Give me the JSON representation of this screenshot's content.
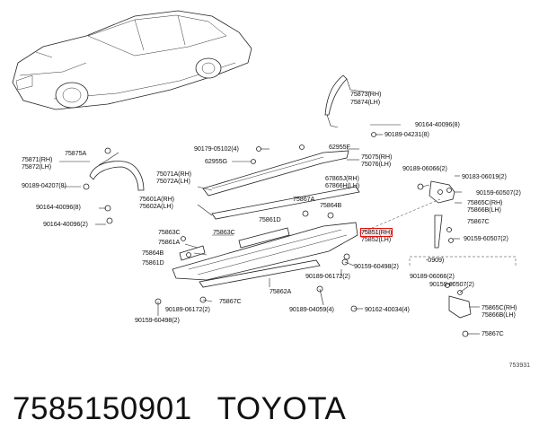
{
  "labels": [
    {
      "id": "75873",
      "text": "75873(RH)"
    },
    {
      "id": "75874",
      "text": "75874(LH)"
    },
    {
      "id": "90164-1",
      "text": "90164-40096(8)"
    },
    {
      "id": "90189-2",
      "text": "90189-04231(8)"
    },
    {
      "id": "75875A",
      "text": "75875A"
    },
    {
      "id": "75871",
      "text": "75871(RH)"
    },
    {
      "id": "75872",
      "text": "75872(LH)"
    },
    {
      "id": "90179",
      "text": "90179-05102(4)"
    },
    {
      "id": "62955F",
      "text": "62955F"
    },
    {
      "id": "62955G",
      "text": "62955G"
    },
    {
      "id": "75075",
      "text": "75075(RH)"
    },
    {
      "id": "75076",
      "text": "75076(LH)"
    },
    {
      "id": "90189-3",
      "text": "90189-06066(2)"
    },
    {
      "id": "90183",
      "text": "90183-06019(2)"
    },
    {
      "id": "75071A",
      "text": "75071A(RH)"
    },
    {
      "id": "75072A",
      "text": "75072A(LH)"
    },
    {
      "id": "90189-4",
      "text": "90189-04207(8)"
    },
    {
      "id": "67865J",
      "text": "67865J(RH)"
    },
    {
      "id": "67866H",
      "text": "67866H(LH)"
    },
    {
      "id": "90159-1",
      "text": "90159-60507(2)"
    },
    {
      "id": "90164-2",
      "text": "90164-40096(8)"
    },
    {
      "id": "75601A",
      "text": "75601A(RH)"
    },
    {
      "id": "75602A",
      "text": "75602A(LH)"
    },
    {
      "id": "75867A",
      "text": "75867A"
    },
    {
      "id": "75865C-1",
      "text": "75865C(RH)"
    },
    {
      "id": "75866B-1",
      "text": "75866B(LH)"
    },
    {
      "id": "75864B-1",
      "text": "75864B"
    },
    {
      "id": "75867C-1",
      "text": "75867C"
    },
    {
      "id": "90164-3",
      "text": "90164-40096(2)"
    },
    {
      "id": "75861D-1",
      "text": "75861D"
    },
    {
      "id": "75863C-1",
      "text": "75863C"
    },
    {
      "id": "75863C-2",
      "text": "75863C"
    },
    {
      "id": "75851",
      "text": "75851(RH)",
      "highlight": true
    },
    {
      "id": "75852",
      "text": "75852(LH)"
    },
    {
      "id": "90159-2",
      "text": "90159-60507(2)"
    },
    {
      "id": "75861A",
      "text": "75861A"
    },
    {
      "id": "75864B-2",
      "text": "75864B"
    },
    {
      "id": "0909",
      "text": "-0909)"
    },
    {
      "id": "75861D-2",
      "text": "75861D"
    },
    {
      "id": "90159-3",
      "text": "90159-60498(2)"
    },
    {
      "id": "90189-5",
      "text": "90189-06172(2)"
    },
    {
      "id": "90189-6",
      "text": "90189-06066(2)"
    },
    {
      "id": "90159-4",
      "text": "90159-60507(2)"
    },
    {
      "id": "75862A",
      "text": "75862A"
    },
    {
      "id": "75865C-2",
      "text": "75865C(RH)"
    },
    {
      "id": "75866B-2",
      "text": "75866B(LH)"
    },
    {
      "id": "75867C-2",
      "text": "75867C"
    },
    {
      "id": "90189-7",
      "text": "90189-06172(2)"
    },
    {
      "id": "90189-8",
      "text": "90189-04059(4)"
    },
    {
      "id": "90162",
      "text": "90162-40034(4)"
    },
    {
      "id": "90159-5",
      "text": "90159-60498(2)"
    },
    {
      "id": "75867C-3",
      "text": "75867C"
    }
  ],
  "diagram_code": "753931",
  "footer": {
    "part_number": "7585150901",
    "brand": "TOYOTA"
  }
}
